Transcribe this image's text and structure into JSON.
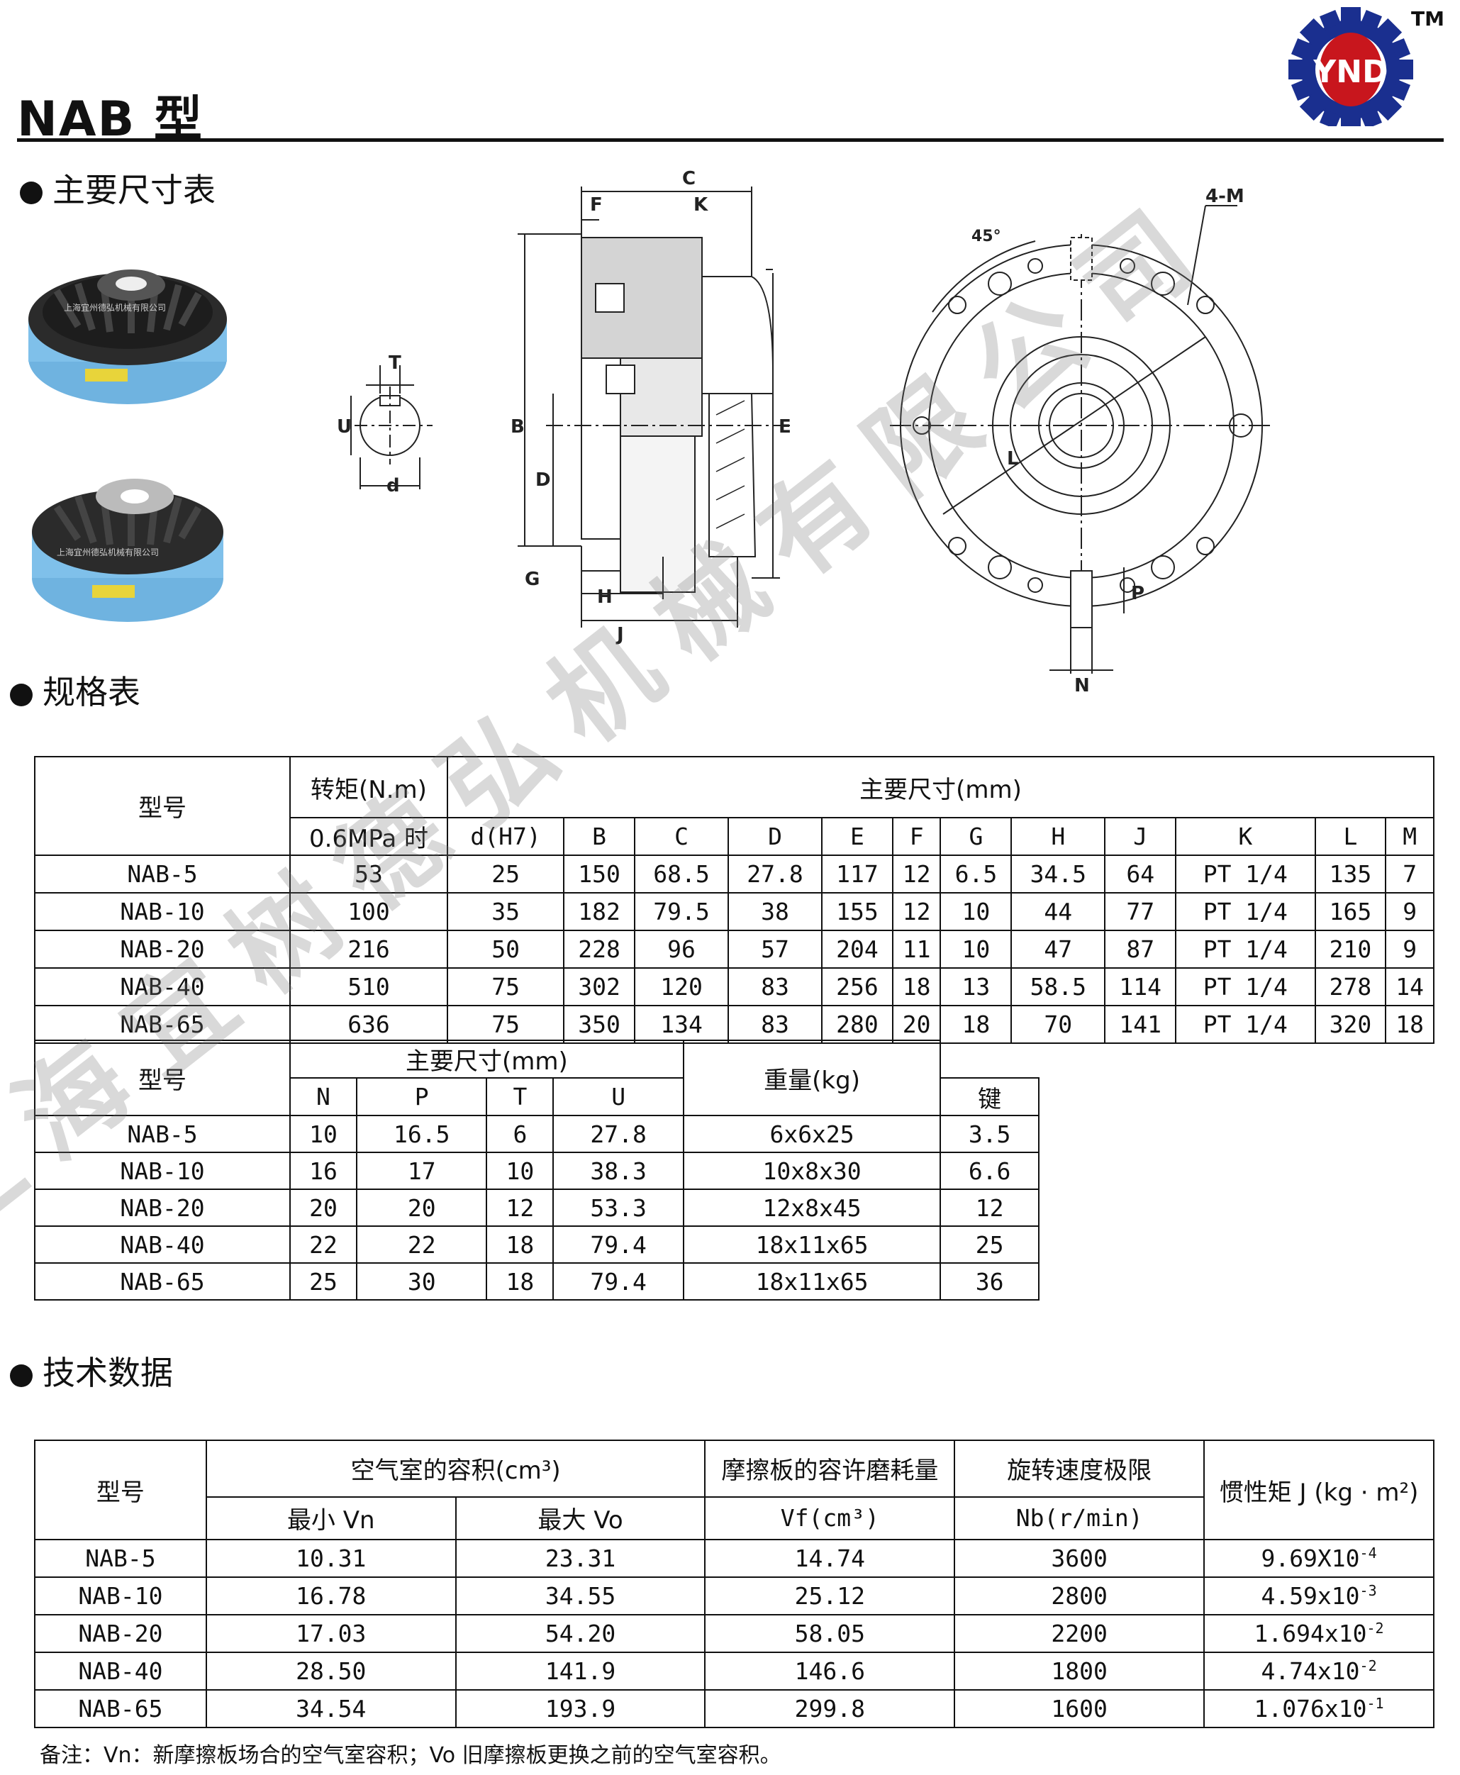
{
  "header": {
    "title": "NAB 型",
    "trademark": "TM",
    "logo_text": "YND",
    "brand_color": "#1a2f8f",
    "logo_red": "#c8161d"
  },
  "sections": {
    "dimensions": "主要尺寸表",
    "specs": "规格表",
    "tech": "技术数据"
  },
  "product_photos": [
    {
      "caption": "上海宜州德弘机械有限公司"
    },
    {
      "caption": "上海宜州德弘机械有限公司"
    }
  ],
  "drawing_labels": {
    "key": [
      "T",
      "U",
      "d"
    ],
    "section": [
      "C",
      "F",
      "K",
      "B",
      "D",
      "E",
      "G",
      "H",
      "J"
    ],
    "front": [
      "45°",
      "4-M",
      "L",
      "P",
      "N"
    ]
  },
  "spec_table": {
    "h_model": "型号",
    "h_torque": "转矩(N.m)",
    "h_torque_sub": "0.6MPa 时",
    "h_dims": "主要尺寸(mm)",
    "cols": [
      "d(H7)",
      "B",
      "C",
      "D",
      "E",
      "F",
      "G",
      "H",
      "J",
      "K",
      "L",
      "M"
    ],
    "rows": [
      [
        "NAB-5",
        "53",
        "25",
        "150",
        "68.5",
        "27.8",
        "117",
        "12",
        "6.5",
        "34.5",
        "64",
        "PT 1/4",
        "135",
        "7"
      ],
      [
        "NAB-10",
        "100",
        "35",
        "182",
        "79.5",
        "38",
        "155",
        "12",
        "10",
        "44",
        "77",
        "PT 1/4",
        "165",
        "9"
      ],
      [
        "NAB-20",
        "216",
        "50",
        "228",
        "96",
        "57",
        "204",
        "11",
        "10",
        "47",
        "87",
        "PT 1/4",
        "210",
        "9"
      ],
      [
        "NAB-40",
        "510",
        "75",
        "302",
        "120",
        "83",
        "256",
        "18",
        "13",
        "58.5",
        "114",
        "PT 1/4",
        "278",
        "14"
      ],
      [
        "NAB-65",
        "636",
        "75",
        "350",
        "134",
        "83",
        "280",
        "20",
        "18",
        "70",
        "141",
        "PT 1/4",
        "320",
        "18"
      ]
    ]
  },
  "spec_table2": {
    "h_model": "型号",
    "h_dims": "主要尺寸(mm)",
    "h_weight": "重量(kg)",
    "cols": [
      "N",
      "P",
      "T",
      "U",
      "键"
    ],
    "rows": [
      [
        "NAB-5",
        "10",
        "16.5",
        "6",
        "27.8",
        "6x6x25",
        "3.5"
      ],
      [
        "NAB-10",
        "16",
        "17",
        "10",
        "38.3",
        "10x8x30",
        "6.6"
      ],
      [
        "NAB-20",
        "20",
        "20",
        "12",
        "53.3",
        "12x8x45",
        "12"
      ],
      [
        "NAB-40",
        "22",
        "22",
        "18",
        "79.4",
        "18x11x65",
        "25"
      ],
      [
        "NAB-65",
        "25",
        "30",
        "18",
        "79.4",
        "18x11x65",
        "36"
      ]
    ]
  },
  "tech_table": {
    "h_model": "型号",
    "h_air": "空气室的容积(cm³)",
    "h_min": "最小 Vn",
    "h_max": "最大 Vo",
    "h_wear": "摩擦板的容许磨耗量",
    "h_wear_sub": "Vf(cm³)",
    "h_speed": "旋转速度极限",
    "h_speed_sub": "Nb(r/min)",
    "h_inertia": "惯性矩 J (kg · m²)",
    "rows": [
      [
        "NAB-5",
        "10.31",
        "23.31",
        "14.74",
        "3600",
        "9.69X10",
        "-4"
      ],
      [
        "NAB-10",
        "16.78",
        "34.55",
        "25.12",
        "2800",
        "4.59x10",
        "-3"
      ],
      [
        "NAB-20",
        "17.03",
        "54.20",
        "58.05",
        "2200",
        "1.694x10",
        "-2"
      ],
      [
        "NAB-40",
        "28.50",
        "141.9",
        "146.6",
        "1800",
        "4.74x10",
        "-2"
      ],
      [
        "NAB-65",
        "34.54",
        "193.9",
        "299.8",
        "1600",
        "1.076x10",
        "-1"
      ]
    ]
  },
  "note": "备注：Vn：新摩擦板场合的空气室容积；Vo 旧摩擦板更换之前的空气室容积。",
  "watermark": "上海宜树德弘机械有限公司"
}
